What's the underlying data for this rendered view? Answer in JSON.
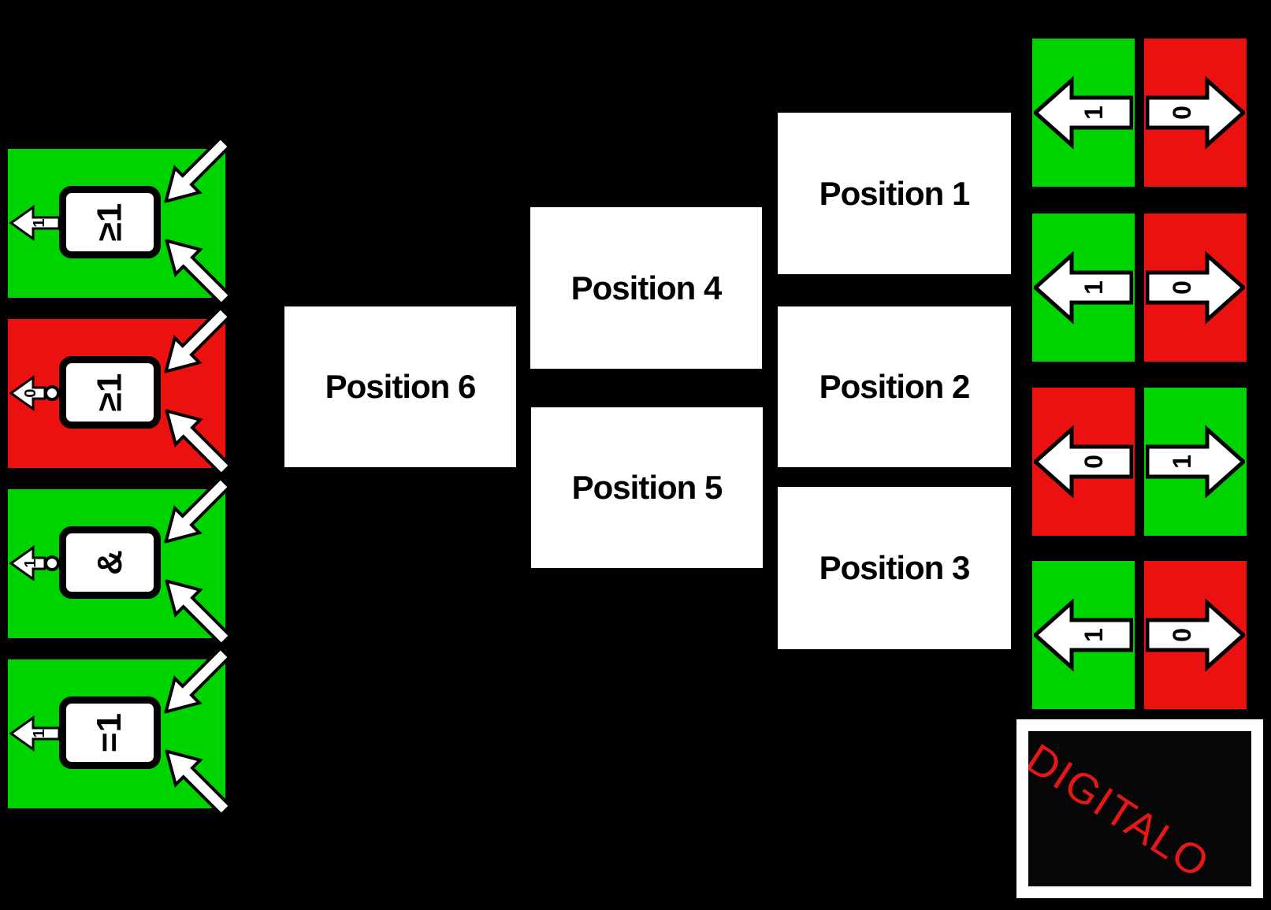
{
  "canvas": {
    "background": "#000000"
  },
  "colors": {
    "tile_green": "#00d400",
    "tile_red": "#ec1111",
    "logo_red": "#e61717",
    "box_white": "#ffffff"
  },
  "left_gates": [
    {
      "gate": "≥1",
      "type": "or",
      "output_value": "1",
      "color": "green",
      "inverted_output": false,
      "inputs": 2
    },
    {
      "gate": "≥1",
      "type": "nor",
      "output_value": "0",
      "color": "red",
      "inverted_output": true,
      "inputs": 2
    },
    {
      "gate": "&",
      "type": "nand",
      "output_value": "1",
      "color": "green",
      "inverted_output": true,
      "inputs": 2
    },
    {
      "gate": "=1",
      "type": "xor",
      "output_value": "1",
      "color": "green",
      "inverted_output": false,
      "inputs": 2
    }
  ],
  "positions": [
    {
      "label": "Position 1"
    },
    {
      "label": "Position 2"
    },
    {
      "label": "Position 3"
    },
    {
      "label": "Position 4"
    },
    {
      "label": "Position 5"
    },
    {
      "label": "Position 6"
    }
  ],
  "right_tiles": [
    [
      {
        "value": "1",
        "direction": "left",
        "color": "green"
      },
      {
        "value": "0",
        "direction": "right",
        "color": "red"
      }
    ],
    [
      {
        "value": "1",
        "direction": "left",
        "color": "green"
      },
      {
        "value": "0",
        "direction": "right",
        "color": "red"
      }
    ],
    [
      {
        "value": "0",
        "direction": "left",
        "color": "red"
      },
      {
        "value": "1",
        "direction": "right",
        "color": "green"
      }
    ],
    [
      {
        "value": "1",
        "direction": "left",
        "color": "green"
      },
      {
        "value": "0",
        "direction": "right",
        "color": "red"
      }
    ]
  ],
  "logo": {
    "text": "DIGITALO"
  }
}
